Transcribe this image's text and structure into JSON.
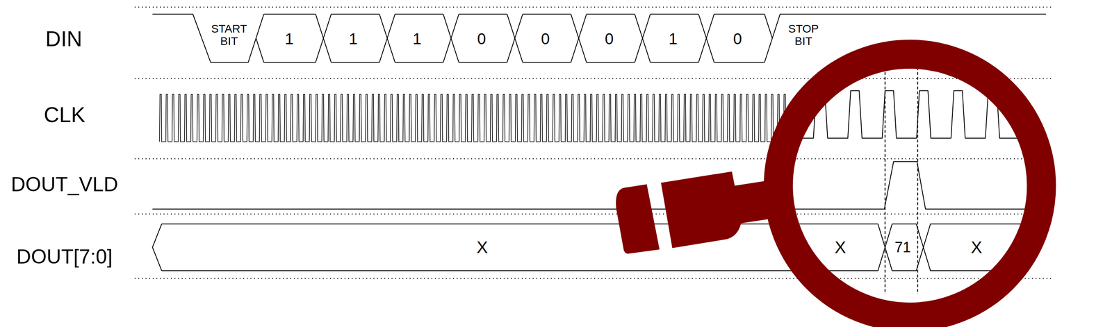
{
  "diagram": {
    "labels": [
      "DIN",
      "START BIT",
      "1",
      "1",
      "1",
      "0",
      "0",
      "0",
      "1",
      "0",
      "STOP BIT",
      "CLK",
      "DOUT_VLD",
      "DOUT[7:0]",
      "X",
      "X",
      "71",
      "X"
    ]
  }
}
